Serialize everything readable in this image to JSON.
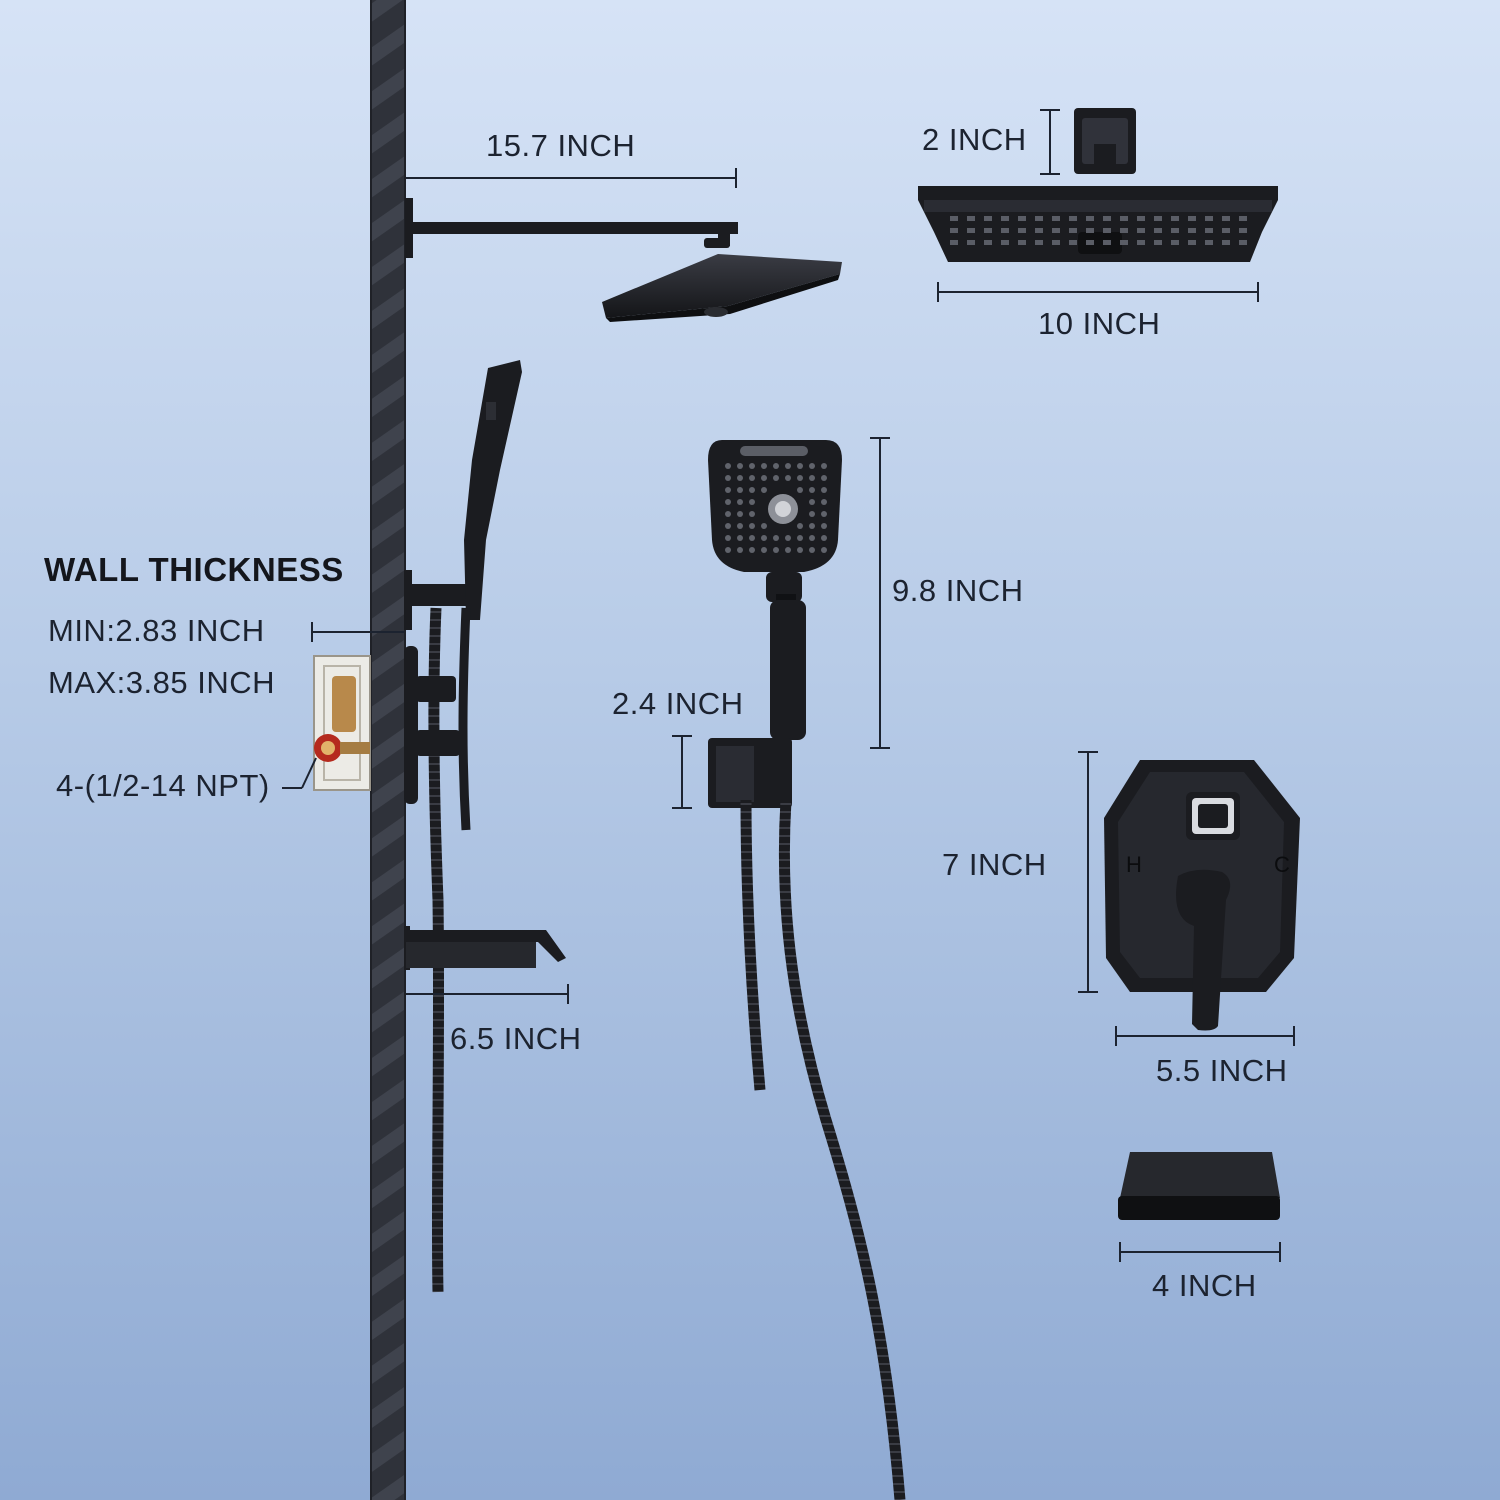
{
  "wall": {
    "title": "WALL THICKNESS",
    "min": "MIN:2.83 INCH",
    "max": "MAX:3.85 INCH",
    "npt": "4-(1/2-14 NPT)"
  },
  "dimensions": {
    "shower_arm": "15.7 INCH",
    "showerhead_height": "2 INCH",
    "showerhead_width": "10 INCH",
    "handheld_length": "9.8 INCH",
    "holder_height": "2.4 INCH",
    "trim_height": "7 INCH",
    "trim_width": "5.5 INCH",
    "spout_reach": "6.5 INCH",
    "spout_width": "4 INCH"
  },
  "valve_marks": {
    "hot": "H",
    "cold": "C"
  },
  "colors": {
    "fixture": "#1b1c20",
    "wall": "#2b2e36",
    "line": "#1c2330"
  }
}
